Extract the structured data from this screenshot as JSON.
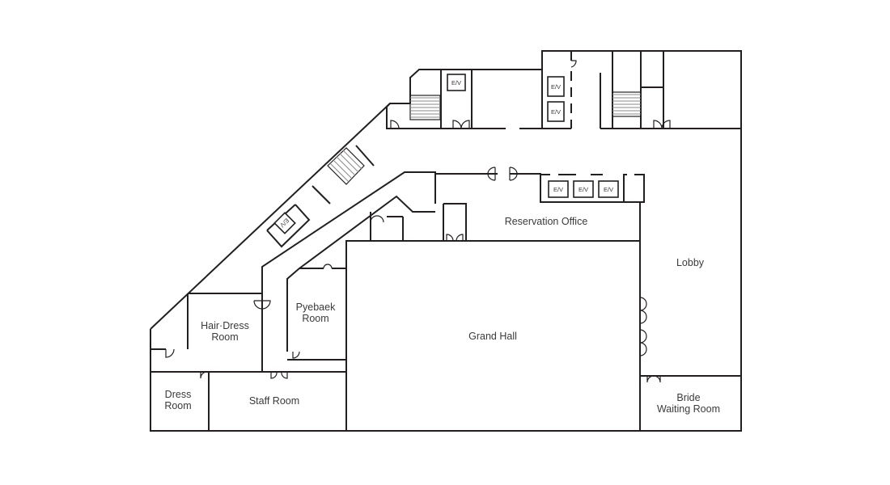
{
  "title": "Floor plan",
  "rooms": {
    "reservation_office": "Reservation Office",
    "lobby": "Lobby",
    "grand_hall": "Grand Hall",
    "pyebaek_line1": "Pyebaek",
    "pyebaek_line2": "Room",
    "hair_dress_line1": "Hair·Dress",
    "hair_dress_line2": "Room",
    "dress_line1": "Dress",
    "dress_line2": "Room",
    "staff_room": "Staff Room",
    "bride_line1": "Bride",
    "bride_line2": "Waiting Room"
  },
  "elevator_label": "E/V",
  "colors": {
    "wall": "#231f20",
    "text": "#3a3a3a"
  }
}
